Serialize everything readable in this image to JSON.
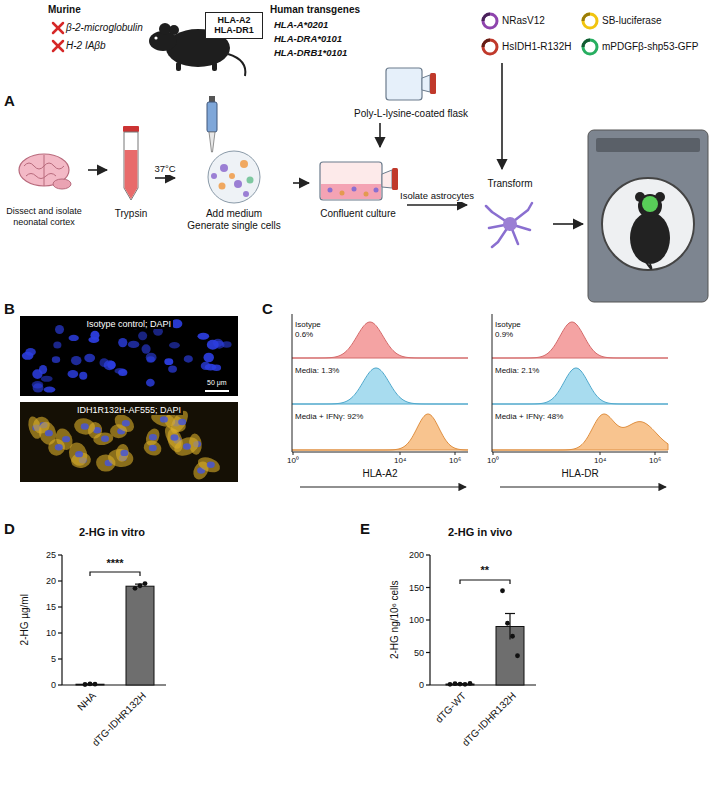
{
  "diagram": {
    "nodes": [
      {
        "text": [
          "HLA-A2 HLA-DR1"
        ]
      },
      {
        "text": [
          "NRasV12",
          "SB-luciferase",
          "HsIDH1-R132H",
          "mPDGFβ-shp53-GFP"
        ]
      },
      {
        "text": [
          "Poly-L-lysine-coated flask"
        ]
      },
      {
        "text": [
          "Dissect and isolate neonatal cortex"
        ]
      },
      {
        "text": [
          "Trypsin"
        ]
      },
      {
        "text": [
          "Add medium",
          "Generate single cells"
        ]
      },
      {
        "text": [
          "Confluent culture"
        ]
      },
      {
        "text": [
          "Transform"
        ]
      }
    ],
    "edges": [
      {
        "from": 3,
        "to": 4,
        "arrow": "to"
      },
      {
        "from": 4,
        "to": 5,
        "label": "37°C",
        "arrow": "to"
      },
      {
        "from": 5,
        "to": 6,
        "arrow": "to"
      },
      {
        "from": 2,
        "to": 6,
        "arrow": "to"
      },
      {
        "from": 6,
        "to": 7,
        "label": "Isolate astrocytes",
        "arrow": "to"
      },
      {
        "from": 1,
        "to": 7,
        "arrow": "to"
      }
    ],
    "labels": [
      "A",
      "Murine",
      "β-2-microglobulin",
      "H-2 IAβb",
      "Human transgenes",
      "HLA-A*0201",
      "HLA-DRA*0101",
      "HLA-DRB1*0101",
      "B",
      "Isotype control; DAPI",
      "50 μm",
      "IDH1R132H-AF555; DAPI",
      "C",
      "Isotype",
      "0.6%",
      "Media: 1.3%",
      "Media + IFNγ: 92%",
      "10⁰",
      "10⁴",
      "10⁶",
      "HLA-A2",
      "Isotype",
      "0.9%",
      "Media: 2.1%",
      "Media + IFNγ: 48%",
      "10⁰",
      "10⁴",
      "10⁶",
      "HLA-DR",
      "D",
      "2-HG in vitro",
      "2-HG µg/ml",
      "0",
      "5",
      "10",
      "15",
      "20",
      "25",
      "****",
      "NHA",
      "dTG-IDHR132H",
      "E",
      "2-HG in vivo",
      "2-HG ng/10⁶ cells",
      "0",
      "50",
      "100",
      "150",
      "200",
      "**",
      "dTG-WT",
      "dTG-IDHR132H"
    ]
  }
}
